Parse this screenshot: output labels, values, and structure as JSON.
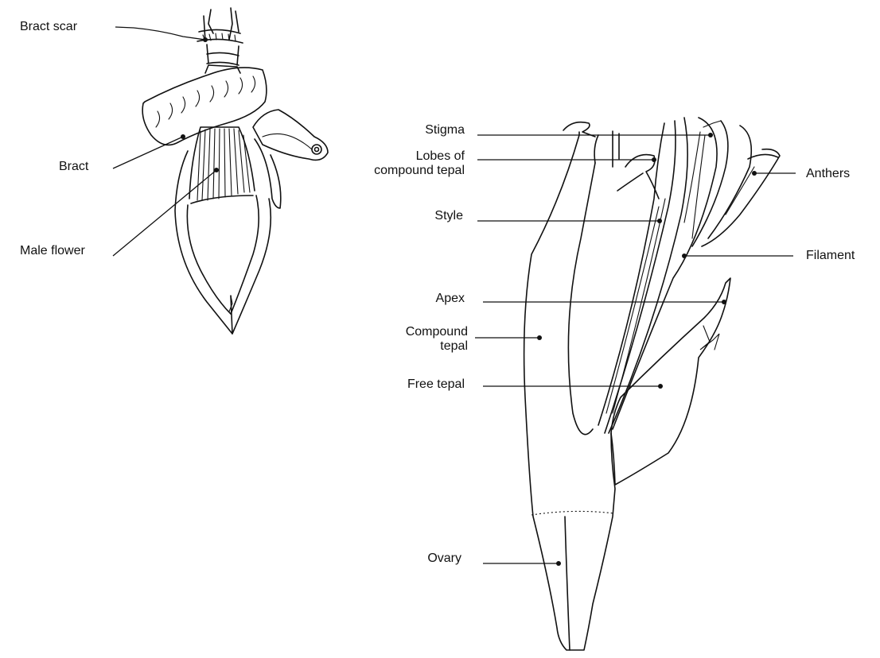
{
  "labels": {
    "bract_scar": "Bract scar",
    "bract": "Bract",
    "male_flower": "Male flower",
    "stigma": "Stigma",
    "lobes_line1": "Lobes of",
    "lobes_line2": "compound tepal",
    "style": "Style",
    "apex": "Apex",
    "compound_line1": "Compound",
    "compound_line2": "tepal",
    "free_tepal": "Free tepal",
    "ovary": "Ovary",
    "anthers": "Anthers",
    "filament": "Filament"
  },
  "colors": {
    "ink": "#111111",
    "background": "#ffffff"
  }
}
